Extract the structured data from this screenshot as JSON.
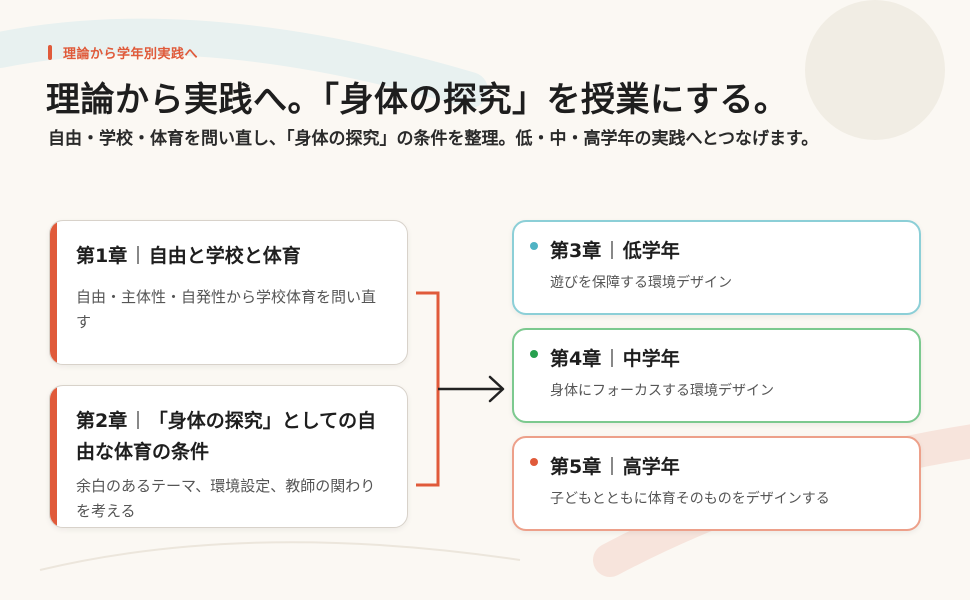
{
  "eyebrow": "理論から学年別実践へ",
  "title": "理論から実践へ。「身体の探究」を授業にする。",
  "subtitle": "自由・学校・体育を問い直し、「身体の探究」の条件を整理。低・中・高学年の実践へとつなげます。",
  "chapters_theory": [
    {
      "number": "第1章",
      "title": "自由と学校と体育",
      "description": "自由・主体性・自発性から学校体育を問い直す"
    },
    {
      "number": "第2章",
      "title": "「身体の探究」としての自由な体育の条件",
      "description": "余白のあるテーマ、環境設定、教師の関わりを考える"
    }
  ],
  "chapters_practice": [
    {
      "number": "第3章",
      "title": "低学年",
      "description": "遊びを保障する環境デザイン",
      "color": "#4fb3c4"
    },
    {
      "number": "第4章",
      "title": "中学年",
      "description": "身体にフォーカスする環境デザイン",
      "color": "#27a04e"
    },
    {
      "number": "第5章",
      "title": "高学年",
      "description": "子どもとともに体育そのものをデザインする",
      "color": "#e05a3a"
    }
  ],
  "colors": {
    "accent": "#e05a3a",
    "background": "#fbf8f3",
    "connector": "#222222"
  }
}
